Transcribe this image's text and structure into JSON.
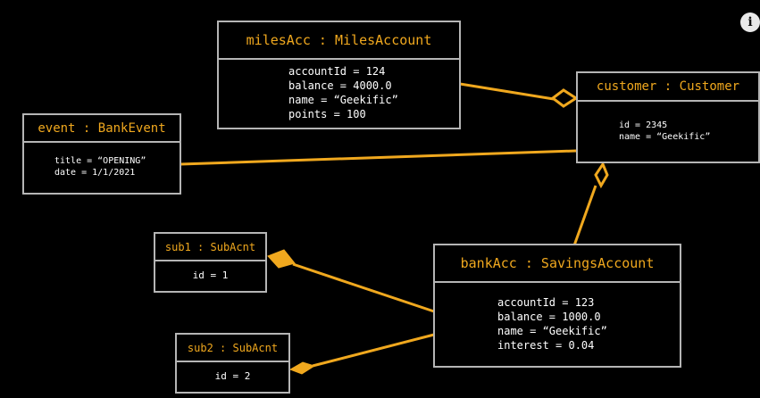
{
  "colors": {
    "background": "#000000",
    "box_border": "#b5b5b5",
    "header_text": "#f0a81e",
    "attribute_text": "#ffffff",
    "link": "#f0a81e"
  },
  "info_icon": {
    "name": "info-icon",
    "glyph": "i"
  },
  "objects": {
    "milesAcc": {
      "title": "milesAcc : MilesAccount",
      "attributes": [
        "accountId = 124",
        "balance = 4000.0",
        "name = “Geekific”",
        "points = 100"
      ]
    },
    "customer": {
      "title": "customer : Customer",
      "attributes": [
        "id = 2345",
        "name = “Geekific”"
      ]
    },
    "event": {
      "title": "event : BankEvent",
      "attributes": [
        "title = “OPENING”",
        "date = 1/1/2021"
      ]
    },
    "sub1": {
      "title": "sub1 : SubAcnt",
      "attributes": [
        "id = 1"
      ]
    },
    "sub2": {
      "title": "sub2 : SubAcnt",
      "attributes": [
        "id = 2"
      ]
    },
    "bankAcc": {
      "title": "bankAcc : SavingsAccount",
      "attributes": [
        "accountId = 123",
        "balance = 1000.0",
        "name = “Geekific”",
        "interest = 0.04"
      ]
    }
  }
}
